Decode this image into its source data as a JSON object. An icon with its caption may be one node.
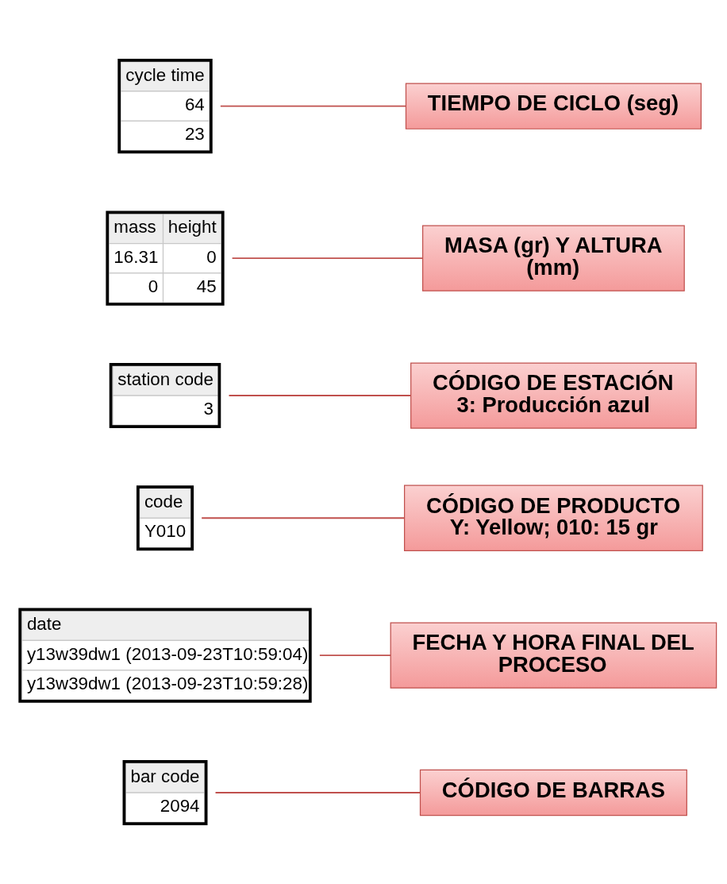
{
  "diagram": {
    "nodes": [
      {
        "text": [
          "bar code",
          "2094"
        ]
      },
      {
        "text": [
          "CÓDIGO DE BARRAS"
        ]
      },
      {
        "text": [
          "date",
          "y13w39dw1 (2013-09-23T10:59:04)",
          "y13w39dw1 (2013-09-23T10:59:28)"
        ]
      },
      {
        "text": [
          "FECHA Y HORA FINAL DEL PROCESO"
        ]
      },
      {
        "text": [
          "code",
          "Y010"
        ]
      },
      {
        "text": [
          "CÓDIGO DE PRODUCTO",
          "Y: Yellow; 010: 15 gr"
        ]
      },
      {
        "text": [
          "station code",
          "3"
        ]
      },
      {
        "text": [
          "CÓDIGO DE ESTACIÓN",
          "3: Producción azul"
        ]
      },
      {
        "text": [
          "mass",
          "height",
          "16.31",
          "0",
          "0",
          "45"
        ]
      },
      {
        "text": [
          "MASA (gr) Y ALTURA (mm)"
        ]
      },
      {
        "text": [
          "cycle time",
          "64",
          "23"
        ]
      },
      {
        "text": [
          "TIEMPO DE CICLO (seg)"
        ]
      }
    ],
    "edges": [
      {
        "from": 1,
        "to": 0,
        "arrow": "none"
      },
      {
        "from": 3,
        "to": 2,
        "arrow": "none"
      },
      {
        "from": 5,
        "to": 4,
        "arrow": "none"
      },
      {
        "from": 7,
        "to": 6,
        "arrow": "none"
      },
      {
        "from": 9,
        "to": 8,
        "arrow": "none"
      },
      {
        "from": 11,
        "to": 10,
        "arrow": "none"
      }
    ]
  }
}
